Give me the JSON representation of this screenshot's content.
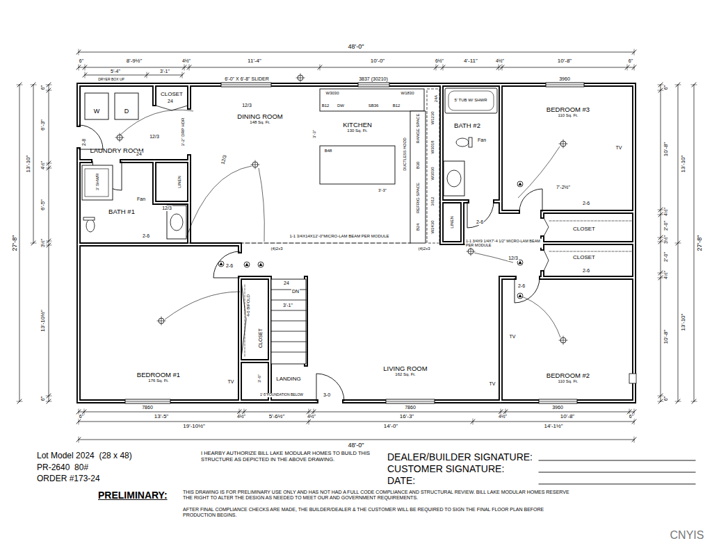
{
  "diagram": {
    "nodes": [
      {
        "text": [
          "CLOSET"
        ]
      },
      {
        "text": [
          "LAUNDRY ROOM"
        ]
      },
      {
        "text": [
          "BATH #1"
        ]
      },
      {
        "text": [
          "DINING ROOM",
          "148 Sq. Ft."
        ]
      },
      {
        "text": [
          "KITCHEN",
          "130 Sq. Ft."
        ]
      },
      {
        "text": [
          "BATH #2"
        ]
      },
      {
        "text": [
          "BEDROOM #3",
          "110 Sq. Ft."
        ]
      },
      {
        "text": [
          "CLOSET"
        ]
      },
      {
        "text": [
          "CLOSET"
        ]
      },
      {
        "text": [
          "BEDROOM #1",
          "176 Sq. Ft."
        ]
      },
      {
        "text": [
          "LIVING ROOM",
          "162 Sq. Ft."
        ]
      },
      {
        "text": [
          "BEDROOM #2",
          "110 Sq. Ft."
        ]
      },
      {
        "text": [
          "CLOSET"
        ]
      },
      {
        "text": [
          "LANDING"
        ]
      }
    ],
    "labels": [
      "48'-0\"",
      "6\"",
      "8'-9½\"",
      "4½\"",
      "11'-4\"",
      "10'-0\"",
      "6½\"",
      "4'-11\"",
      "4½\"",
      "10'-8\"",
      "6\"",
      "5'-4\"",
      "3'-1\"",
      "DRYER BOX UP",
      "6'-0\" X 6'-8\" SLIDER",
      "3837 (30210)",
      "3960",
      "6\"",
      "13'-5\"",
      "4½\"",
      "5'-6½\"",
      "4½\"",
      "16'-3\"",
      "4½\"",
      "10'-8\"",
      "6\"",
      "19'-10½\"",
      "14'-0\"",
      "14'-1½\"",
      "48'-0\"",
      "7860",
      "7860",
      "3960",
      "3-0",
      "6\"",
      "6'-3\"",
      "4½\"",
      "6'-5\"",
      "3½\"",
      "13'-10½\"",
      "6\"",
      "13'-10\"",
      "27'-8\"",
      "6\"",
      "10'-8\"",
      "4½\"",
      "2'-0\"",
      "3½\"",
      "2'-0\"",
      "4½\"",
      "10'-8\"",
      "6\"",
      "13'-10\"",
      "13'-10\"",
      "27'-8\"",
      "W",
      "D",
      "24",
      "12/3",
      "24",
      "2-8",
      "LINEN",
      "Fan",
      "3' SHWR",
      "2-6",
      "12/3",
      "12/3",
      "12/3",
      "3'-2\" DRP HDR",
      "W3030",
      "B12",
      "DW",
      "SB36",
      "B12",
      "W1830",
      "B48",
      "3'-3\"",
      "3'-3\"",
      "DUCTLESS HOOD",
      "RANGE SPACE",
      "W1230",
      "24A",
      "W3018",
      "B30",
      "W3030",
      "REFRIG SPACE",
      "3612",
      "B24",
      "W2430",
      "5' TUB W/ SHWR",
      "Fan",
      "LINEN",
      "2-6",
      "TV",
      "7'-2½\"",
      "2-6",
      "1-1 3/4X14X12'-0\"MICRO-LAM BEAM PER MODULE",
      "(4)2x3",
      "(4)2x3",
      "1-1 3/4X9 1/4X7'-4 1/2\" MICRO-LAM BEAM PER MODULE",
      "12/3",
      "2-6",
      "24",
      "DN",
      "3'-1\"",
      "4-0 BIFOLD",
      "3'-6\"",
      "1'-5\"FOUNDATION BELOW",
      "TV",
      "TV",
      "TV",
      "2-6",
      "2-6",
      "Lot Model 2024  (28 x 48)",
      "PR-2640  80#",
      "ORDER #173-24",
      "I HEARBY AUTHORIZE BILL LAKE MODULAR HOMES TO BUILD THIS STRUCTURE AS DEPICTED IN THE ABOVE DRAWING.",
      "DEALER/BUILDER SIGNATURE:",
      "CUSTOMER SIGNATURE:",
      "DATE:",
      "PRELIMINARY:",
      "THIS DRAWING IS FOR PRELIMINARY USE ONLY AND HAS NOT HAD A FULL CODE COMPLIANCE AND STRUCTURAL REVIEW. BILL LAKE MODULAR HOMES RESERVE THE RIGHT TO ALTER THE DESIGN AS NEEDED TO MEET OUR AND GOVERNMENT REQUIREMENTS.",
      "AFTER FINAL COMPLIANCE CHECKS ARE MADE, THE BUILDER/DEALER & THE CUSTOMER WILL BE REQUIRED TO SIGN THE FINAL FLOOR PLAN BEFORE PRODUCTION BEGINS.",
      "CNYIS"
    ]
  }
}
